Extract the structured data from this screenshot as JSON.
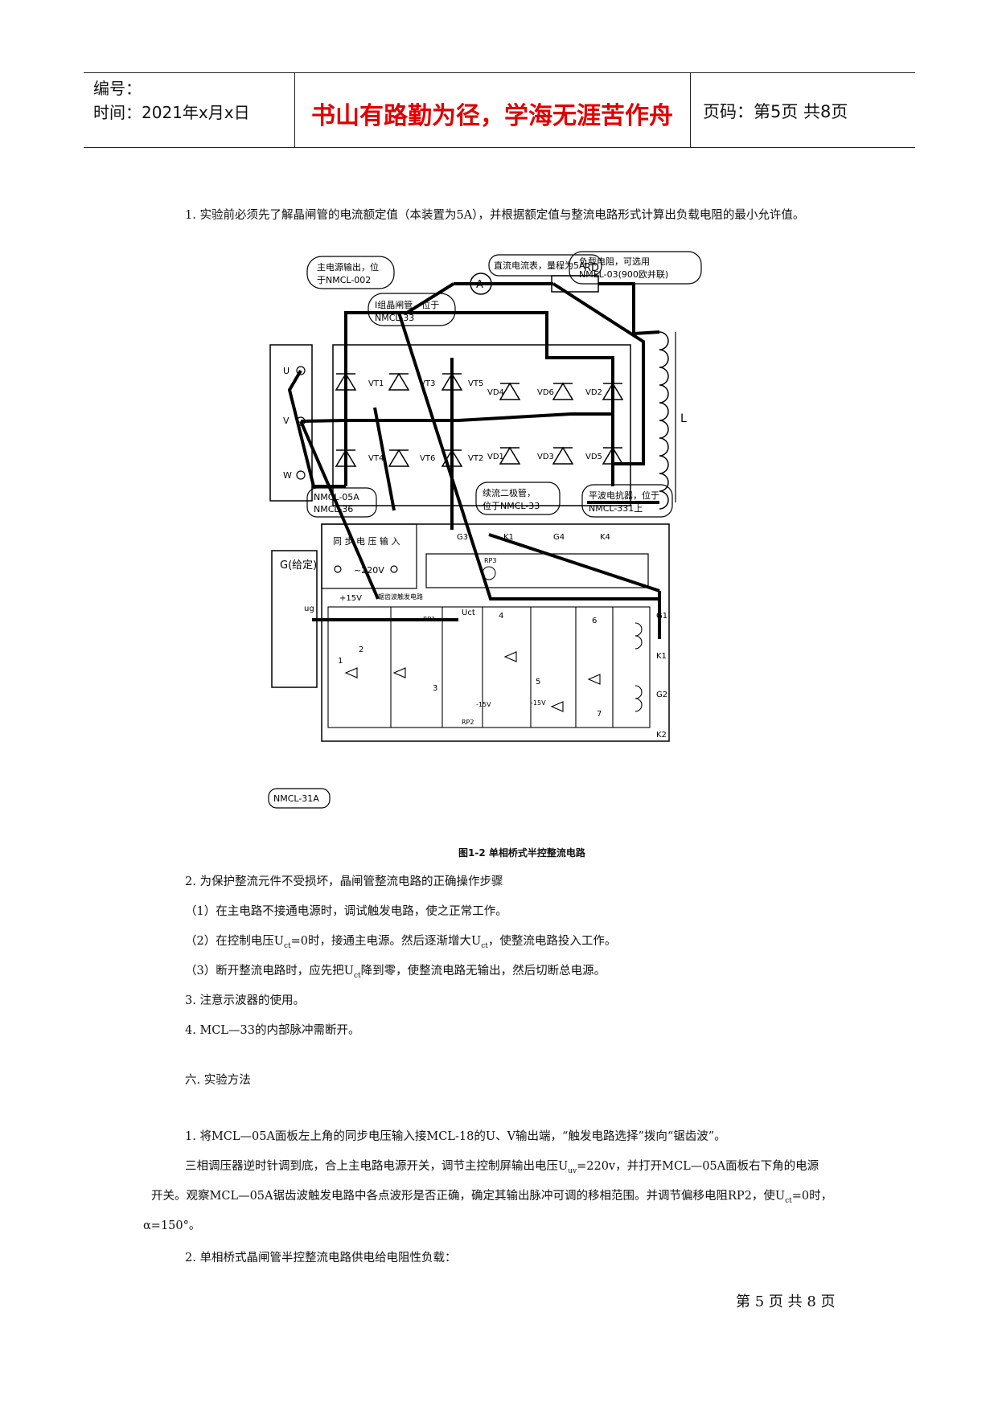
{
  "header": {
    "number_label": "编号：",
    "time_label": "时间：2021年x月x日",
    "motto": "书山有路勤为径，学海无涯苦作舟",
    "page_label": "页码：第5页  共8页"
  },
  "paragraphs": {
    "p1": "1. 实验前必须先了解晶闸管的电流额定值（本装置为5A），并根据额定值与整流电路形式计算出负载电阻的最小允许值。",
    "p2": "2. 为保护整流元件不受损坏，晶闸管整流电路的正确操作步骤",
    "p3": "（1）在主电路不接通电源时，调试触发电路，使之正常工作。",
    "p4a": "（2）在控制电压U",
    "p4s": "ct",
    "p4b": "=0时，接通主电源。然后逐渐增大U",
    "p4s2": "ct",
    "p4c": "，使整流电路投入工作。",
    "p5a": "（3）断开整流电路时，应先把U",
    "p5s": "ct",
    "p5b": "降到零，使整流电路无输出，然后切断总电源。",
    "p6": "3. 注意示波器的使用。",
    "p7": "4.  MCL—33的内部脉冲需断开。",
    "section": "六. 实验方法",
    "p8": "1. 将MCL—05A面板左上角的同步电压输入接MCL-18的U、V输出端，“触发电路选择”拨向“锯齿波”。",
    "p9a": "三相调压器逆时针调到底，合上主电路电源开关，调节主控制屏输出电压U",
    "p9s": "uv",
    "p9b": "=220v，并打开MCL—05A面板右下角的电源",
    "p10a": "开关。观察MCL—05A锯齿波触发电路中各点波形是否正确，确定其输出脉冲可调的移相范围。并调节偏移电阻RP2，使U",
    "p10s": "ct",
    "p10b": "=0时，",
    "p11": "α=150°。",
    "p12": "2. 单相桥式晶闸管半控整流电路供电给电阻性负载："
  },
  "figure": {
    "caption": "图1-2  单相桥式半控整流电路",
    "callout_power": [
      "主电源输出，位",
      "于NMCL-002"
    ],
    "callout_thyristor": [
      "I组晶闸管，位于",
      "NMCL-33"
    ],
    "callout_ammeter": "直流电流表，量程为5A",
    "callout_load": [
      "负载电阻，可选用",
      "NMEL-03(900欧并联)"
    ],
    "callout_diode": [
      "续流二极管，",
      "位于NMCL-33"
    ],
    "callout_reactor": [
      "平波电抗器，位于",
      "NMCL-331上"
    ],
    "callout_trigger": [
      "NMCL-05A",
      "NMCL-36"
    ],
    "callout_given": "NMCL-31A",
    "ammeter": "A",
    "rd": "RD",
    "inductor": "L",
    "terminals": [
      "U",
      "V",
      "W"
    ],
    "vt": [
      "VT1",
      "VT3",
      "VT5",
      "VT4",
      "VT6",
      "VT2"
    ],
    "vd": [
      "VD4",
      "VD6",
      "VD2",
      "VD1",
      "VD3",
      "VD5"
    ],
    "sync_input": "同 步 电 压 输 入",
    "v220": "~220V",
    "g_given": "G(给定)",
    "ug": "ug",
    "plus15": "+15V",
    "sawtooth": "锯齿波触发电路",
    "rp1": "RP1",
    "rp2": "RP2",
    "rp3": "RP3",
    "uct": "Uct",
    "minus15a": "-15V",
    "minus15b": "-15V",
    "points": [
      "1",
      "2",
      "3",
      "4",
      "5",
      "6",
      "7"
    ],
    "gk_top": [
      "G3",
      "K1",
      "G4",
      "K4"
    ],
    "gk_right": [
      "G1",
      "K1",
      "G2",
      "K2"
    ]
  },
  "footer": "第 5 页 共 8 页"
}
